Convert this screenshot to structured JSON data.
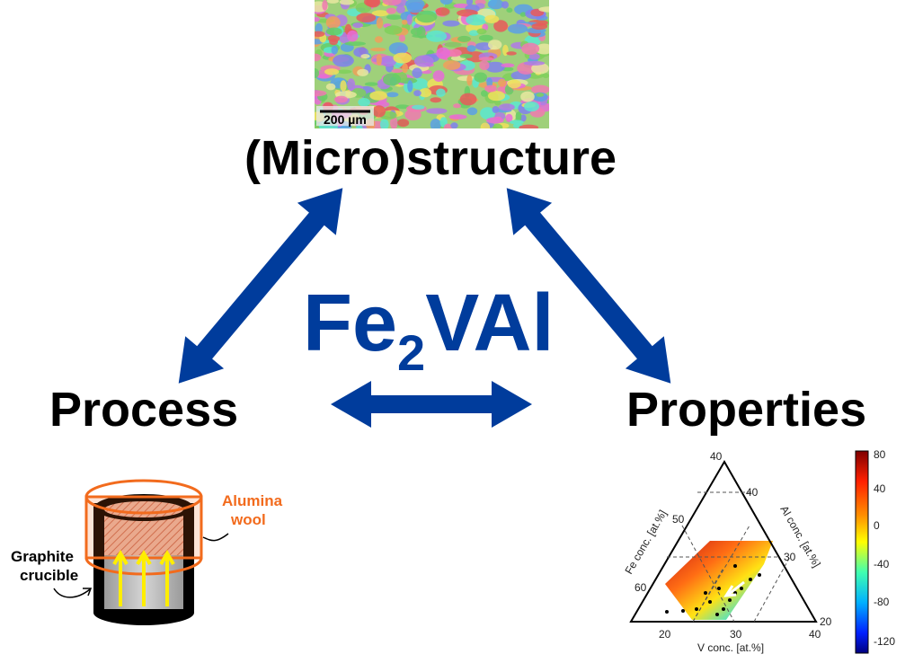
{
  "labels": {
    "microstructure": "(Micro)structure",
    "process": "Process",
    "properties": "Properties",
    "compound": {
      "base1": "Fe",
      "sub": "2",
      "base2": "VAl"
    }
  },
  "micrograph": {
    "scale_bar": "200 µm"
  },
  "crucible": {
    "alumina_label_line1": "Alumina",
    "alumina_label_line2": "wool",
    "graphite_label_line1": "Graphite",
    "graphite_label_line2": "crucible"
  },
  "ternary": {
    "apex_top": "40",
    "right_axis_label": "Al conc. [at.%]",
    "left_axis_label": "Fe conc. [at.%]",
    "bottom_axis_label": "V conc. [at.%]",
    "right_ticks": [
      "40",
      "30",
      "20"
    ],
    "left_ticks": [
      "50",
      "60"
    ],
    "bottom_ticks": [
      "20",
      "30",
      "40"
    ]
  },
  "colorbar": {
    "ticks": [
      "80",
      "40",
      "0",
      "-40",
      "-80",
      "-120"
    ]
  },
  "colors": {
    "arrow": "#003c9c",
    "compound": "#003c9c",
    "alumina": "#f26b1d",
    "heat_arrow": "#ffee00"
  }
}
